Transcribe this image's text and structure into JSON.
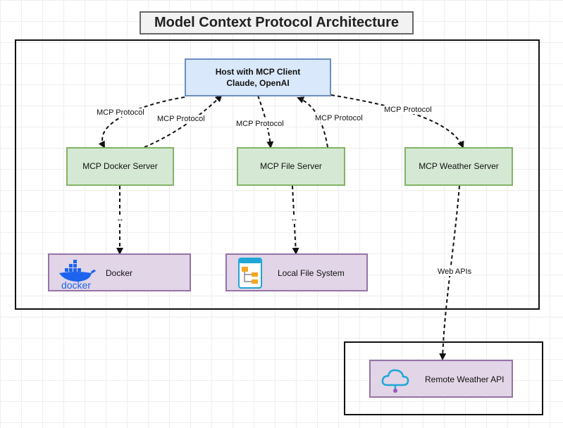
{
  "title": "Model Context Protocol Architecture",
  "host": {
    "line1": "Host with MCP Client",
    "line2": "Claude, OpenAI"
  },
  "servers": {
    "docker": "MCP Docker Server",
    "file": "MCP File Server",
    "weather": "MCP Weather Server"
  },
  "resources": {
    "docker": {
      "label": "Docker",
      "logo_text": "docker"
    },
    "filesystem": {
      "label": "Local File System"
    },
    "weather_api": {
      "label": "Remote Weather API"
    }
  },
  "edge_labels": {
    "host_to_docker": "MCP Protocol",
    "docker_to_host": "MCP Protocol",
    "host_to_file": "MCP Protocol",
    "file_to_host": "MCP Protocol",
    "host_to_weather": "MCP Protocol",
    "docker_link": "↔",
    "file_link": "↔",
    "weather_link": "Web APIs"
  },
  "colors": {
    "host_fill": "#dae8fc",
    "host_stroke": "#6c8ebf",
    "server_fill": "#d5e8d4",
    "server_stroke": "#82b366",
    "resource_fill": "#e1d5e7",
    "resource_stroke": "#9673a6",
    "docker_blue": "#1d63ed",
    "folder_orange": "#f5a623",
    "cloud_blue": "#1ea7d6"
  }
}
